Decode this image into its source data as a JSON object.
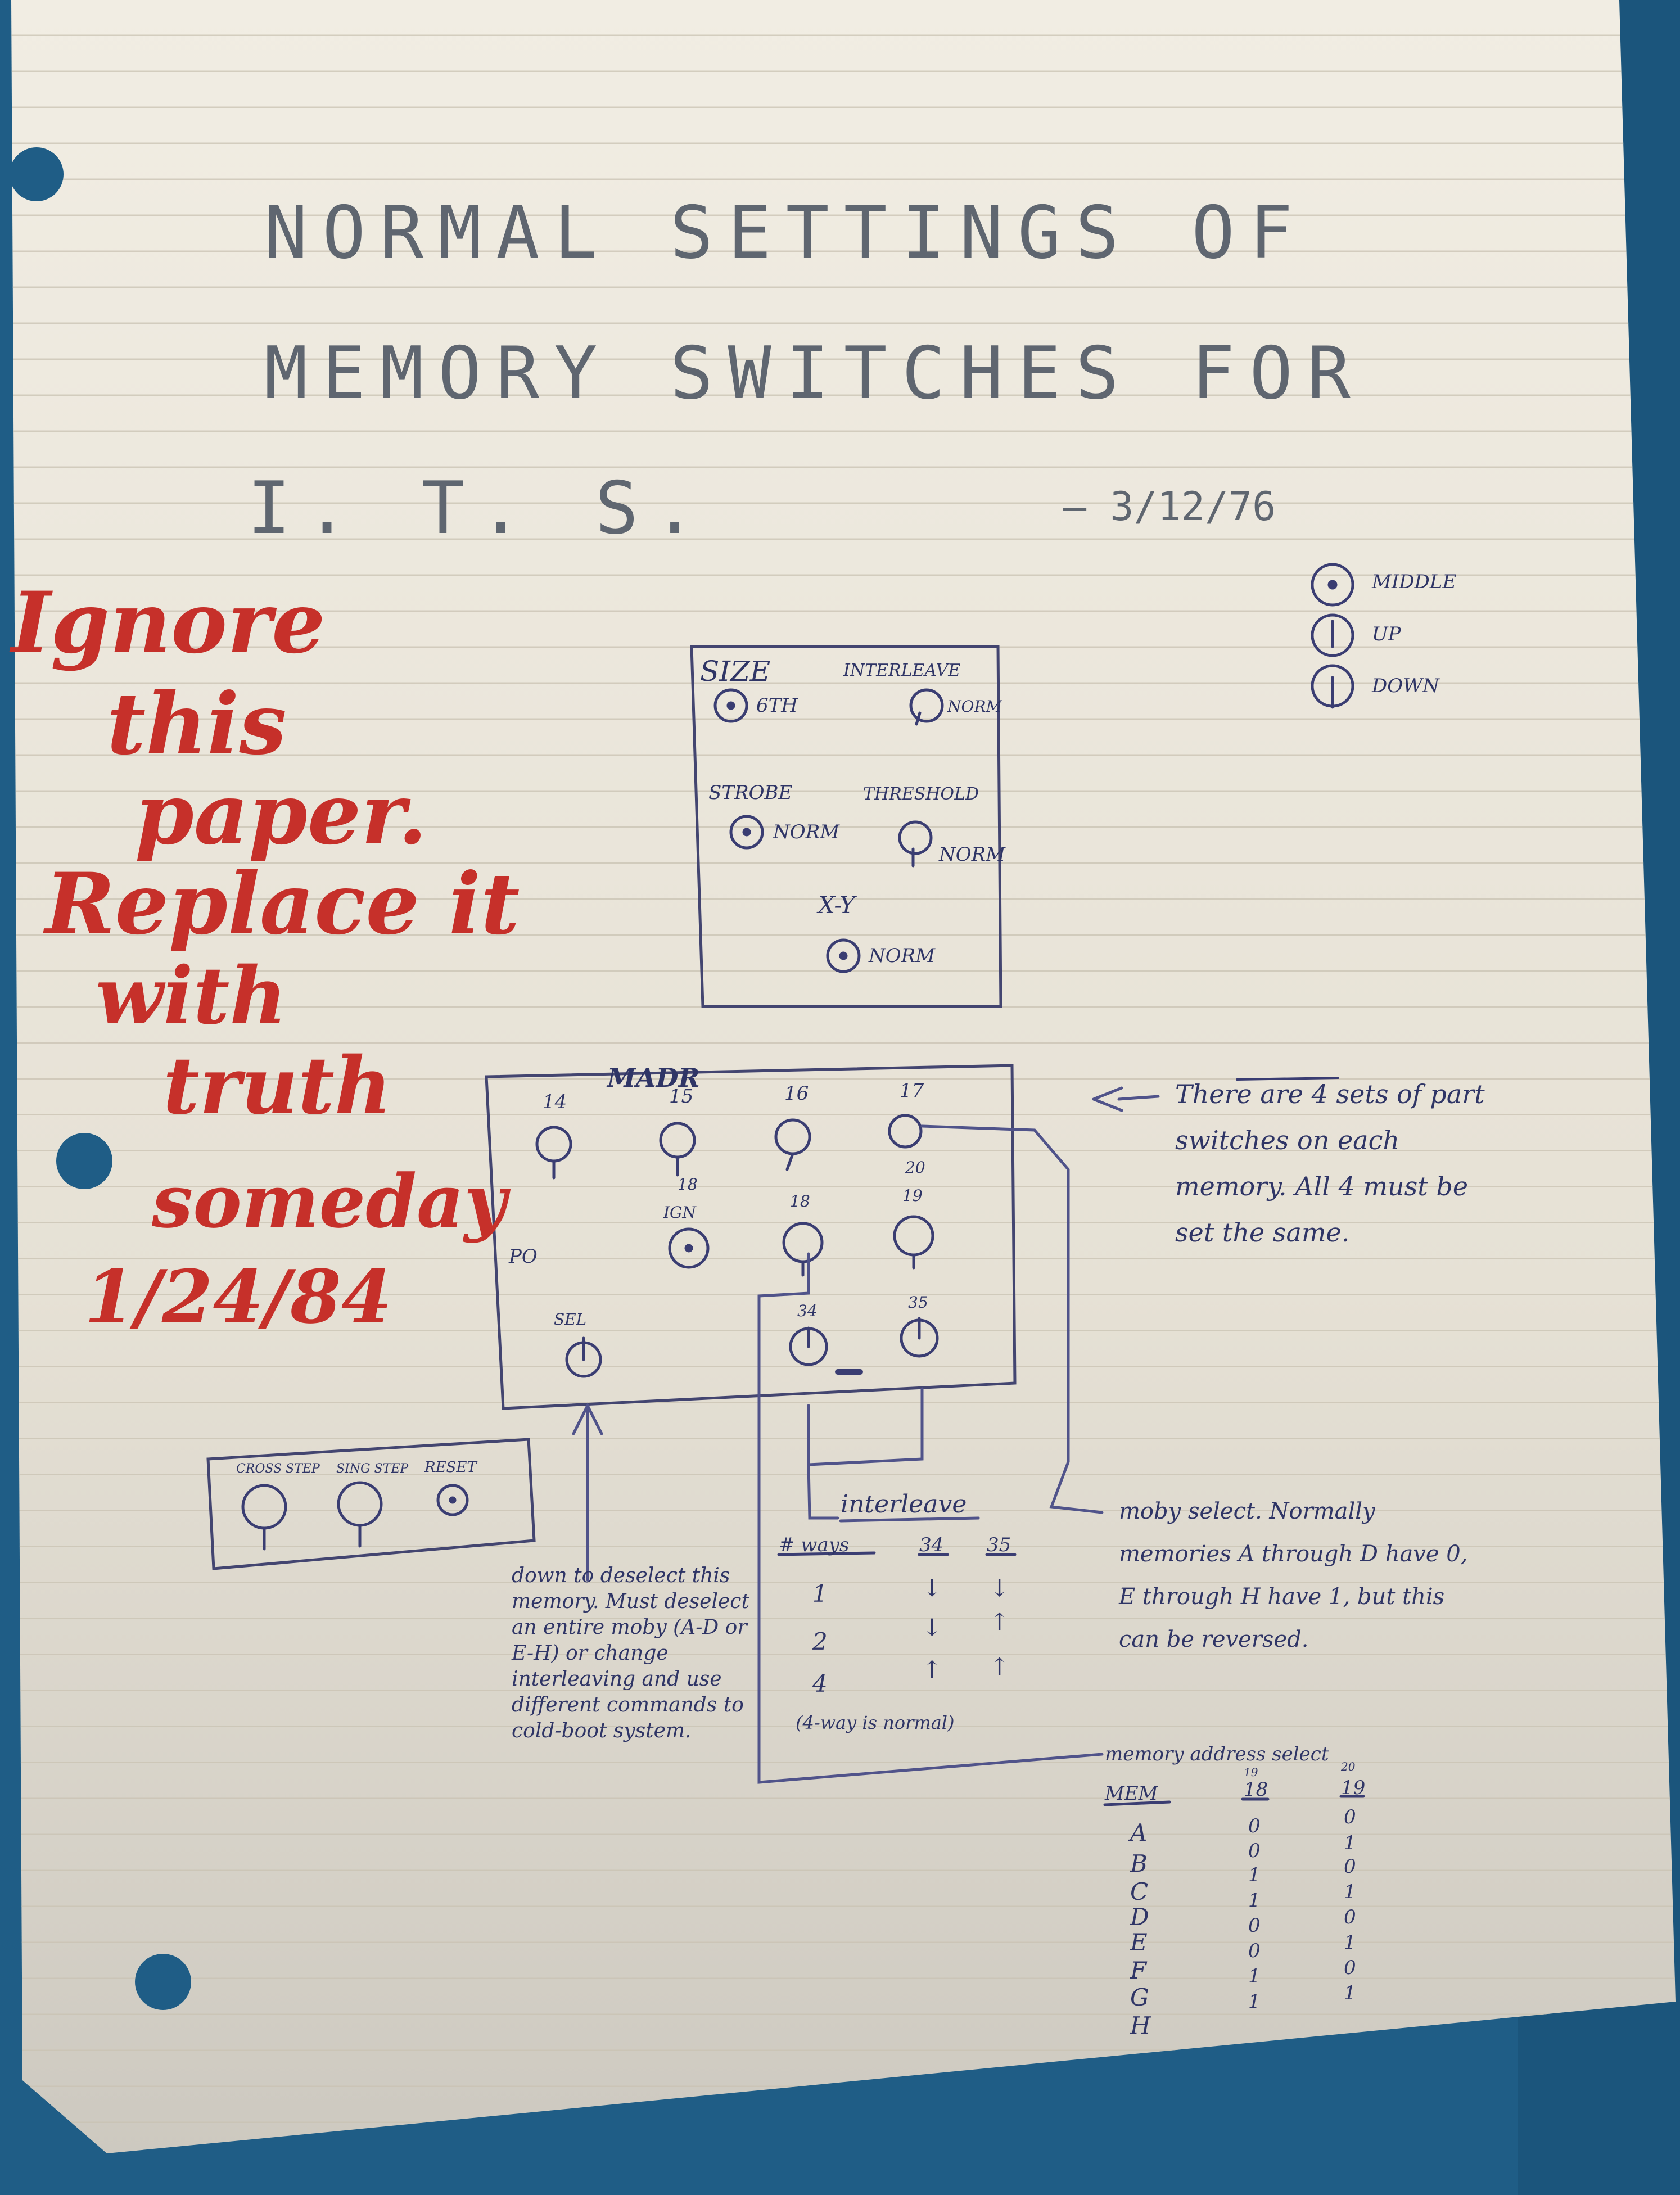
{
  "title": {
    "line1": "NORMAL SETTINGS OF",
    "line2": "MEMORY SWITCHES FOR",
    "line3": "I. T. S.",
    "date": "— 3/12/76"
  },
  "legend": {
    "middle": "MIDDLE",
    "up": "UP",
    "down": "DOWN"
  },
  "red_note": {
    "lines": [
      "Ignore",
      "this",
      "paper.",
      "Replace it",
      "with",
      "truth",
      "someday"
    ],
    "date": "1/24/84"
  },
  "top_panel": {
    "size": "SIZE",
    "size_val": "6TH",
    "interleave": "INTERLEAVE",
    "interleave_val": "NORM",
    "strobe": "STROBE",
    "strobe_val": "NORM",
    "threshold": "THRESHOLD",
    "threshold_val": "NORM",
    "xy": "X-Y",
    "xy_val": "NORM"
  },
  "madr_panel": {
    "title": "MADR",
    "switch_labels": [
      "14",
      "15",
      "16",
      "17"
    ],
    "sub_labels": [
      "18",
      "20",
      "18",
      "19"
    ],
    "ign": "IGN",
    "po": "PO",
    "sel": "SEL",
    "num34": "34",
    "num35": "35"
  },
  "bottom_panel": {
    "s1": "CROSS STEP",
    "s2": "SING STEP",
    "reset": "RESET"
  },
  "part_note": "There are 4 sets of part switches on each memory. All 4 must be set the same.",
  "deselect_note": "down to deselect this memory. Must deselect an entire moby (A-D or E-H) or change interleaving and use different commands to cold-boot system.",
  "interleave": {
    "title": "interleave",
    "headers": [
      "# ways",
      "34",
      "35"
    ],
    "rows": [
      [
        "1",
        "↓",
        "↓"
      ],
      [
        "2",
        "↓",
        "↑"
      ],
      [
        "4",
        "↑",
        "↑"
      ]
    ],
    "note": "(4-way is normal)"
  },
  "moby_note": "moby select. Normally memories A through D have 0, E through H have 1, but this can be reversed.",
  "address": {
    "title": "memory address select",
    "headers": [
      "MEM",
      "18",
      "19"
    ],
    "superscripts": [
      "19",
      "20"
    ],
    "rows": [
      [
        "A",
        "0",
        "0"
      ],
      [
        "B",
        "0",
        "1"
      ],
      [
        "C",
        "1",
        "0"
      ],
      [
        "D",
        "1",
        "1"
      ],
      [
        "E",
        "0",
        "0"
      ],
      [
        "F",
        "0",
        "1"
      ],
      [
        "G",
        "1",
        "0"
      ],
      [
        "H",
        "1",
        "1"
      ]
    ]
  }
}
